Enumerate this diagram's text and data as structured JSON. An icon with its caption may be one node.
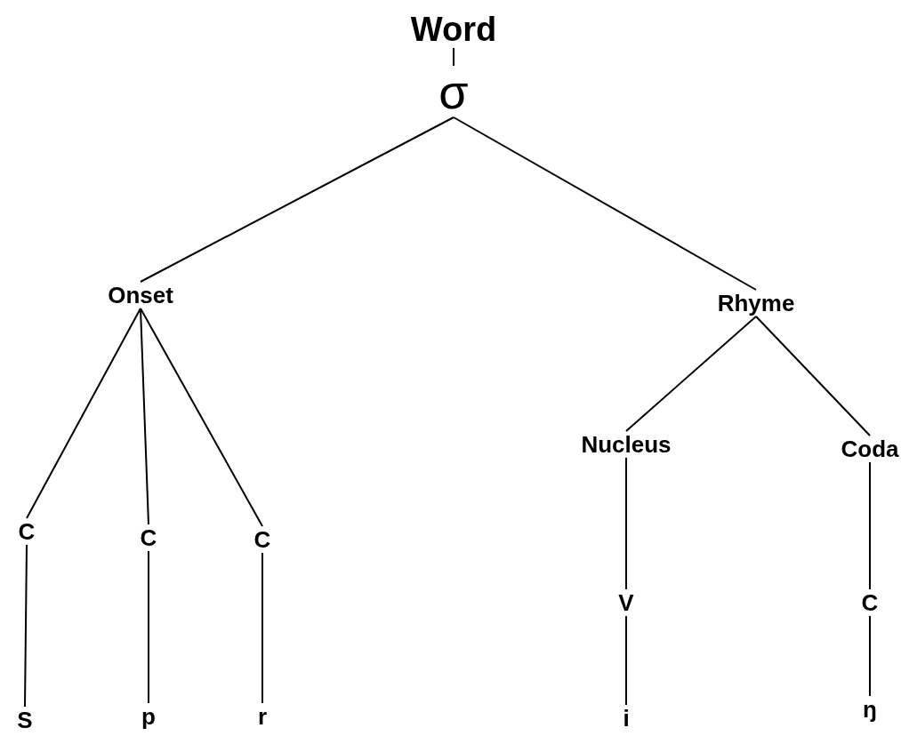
{
  "diagram": {
    "nodes": [
      {
        "text": [
          "Word"
        ]
      },
      {
        "text": [
          "σ"
        ]
      },
      {
        "text": [
          "Onset"
        ]
      },
      {
        "text": [
          "Rhyme"
        ]
      },
      {
        "text": [
          "C"
        ]
      },
      {
        "text": [
          "C"
        ]
      },
      {
        "text": [
          "C"
        ]
      },
      {
        "text": [
          "Nucleus"
        ]
      },
      {
        "text": [
          "Coda"
        ]
      },
      {
        "text": [
          "V"
        ]
      },
      {
        "text": [
          "C"
        ]
      },
      {
        "text": [
          "S"
        ]
      },
      {
        "text": [
          "p"
        ]
      },
      {
        "text": [
          "r"
        ]
      },
      {
        "text": [
          "i"
        ]
      },
      {
        "text": [
          "ŋ"
        ]
      }
    ],
    "edges": [
      {
        "from": 0,
        "to": 1,
        "arrow": "none"
      },
      {
        "from": 1,
        "to": 2,
        "arrow": "none"
      },
      {
        "from": 1,
        "to": 3,
        "arrow": "none"
      },
      {
        "from": 2,
        "to": 4,
        "arrow": "none"
      },
      {
        "from": 2,
        "to": 5,
        "arrow": "none"
      },
      {
        "from": 2,
        "to": 6,
        "arrow": "none"
      },
      {
        "from": 3,
        "to": 7,
        "arrow": "none"
      },
      {
        "from": 3,
        "to": 8,
        "arrow": "none"
      },
      {
        "from": 4,
        "to": 11,
        "arrow": "none"
      },
      {
        "from": 5,
        "to": 12,
        "arrow": "none"
      },
      {
        "from": 6,
        "to": 13,
        "arrow": "none"
      },
      {
        "from": 7,
        "to": 9,
        "arrow": "none"
      },
      {
        "from": 8,
        "to": 10,
        "arrow": "none"
      },
      {
        "from": 9,
        "to": 14,
        "arrow": "none"
      },
      {
        "from": 10,
        "to": 15,
        "arrow": "none"
      }
    ]
  }
}
